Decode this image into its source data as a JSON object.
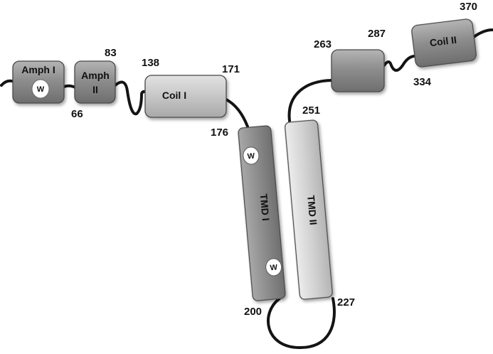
{
  "domains": {
    "amph1": {
      "label": "Amph I",
      "marker": "W"
    },
    "amph2": {
      "label_line1": "Amph",
      "label_line2": "II"
    },
    "coil1": {
      "label": "Coil I"
    },
    "tmd1": {
      "label": "TMD I",
      "marker_top": "W",
      "marker_bottom": "W"
    },
    "tmd2": {
      "label": "TMD II"
    },
    "box263": {
      "label": ""
    },
    "coil2": {
      "label": "Coil II"
    }
  },
  "residue_numbers": {
    "n66": "66",
    "n83": "83",
    "n138": "138",
    "n171": "171",
    "n176": "176",
    "n200": "200",
    "n227": "227",
    "n251": "251",
    "n263": "263",
    "n287": "287",
    "n334": "334",
    "n370": "370"
  },
  "colors": {
    "domain_dark": "#8c8c8c",
    "domain_light": "#cfcfcf",
    "chain": "#141414",
    "marker_fill": "#ffffff"
  }
}
